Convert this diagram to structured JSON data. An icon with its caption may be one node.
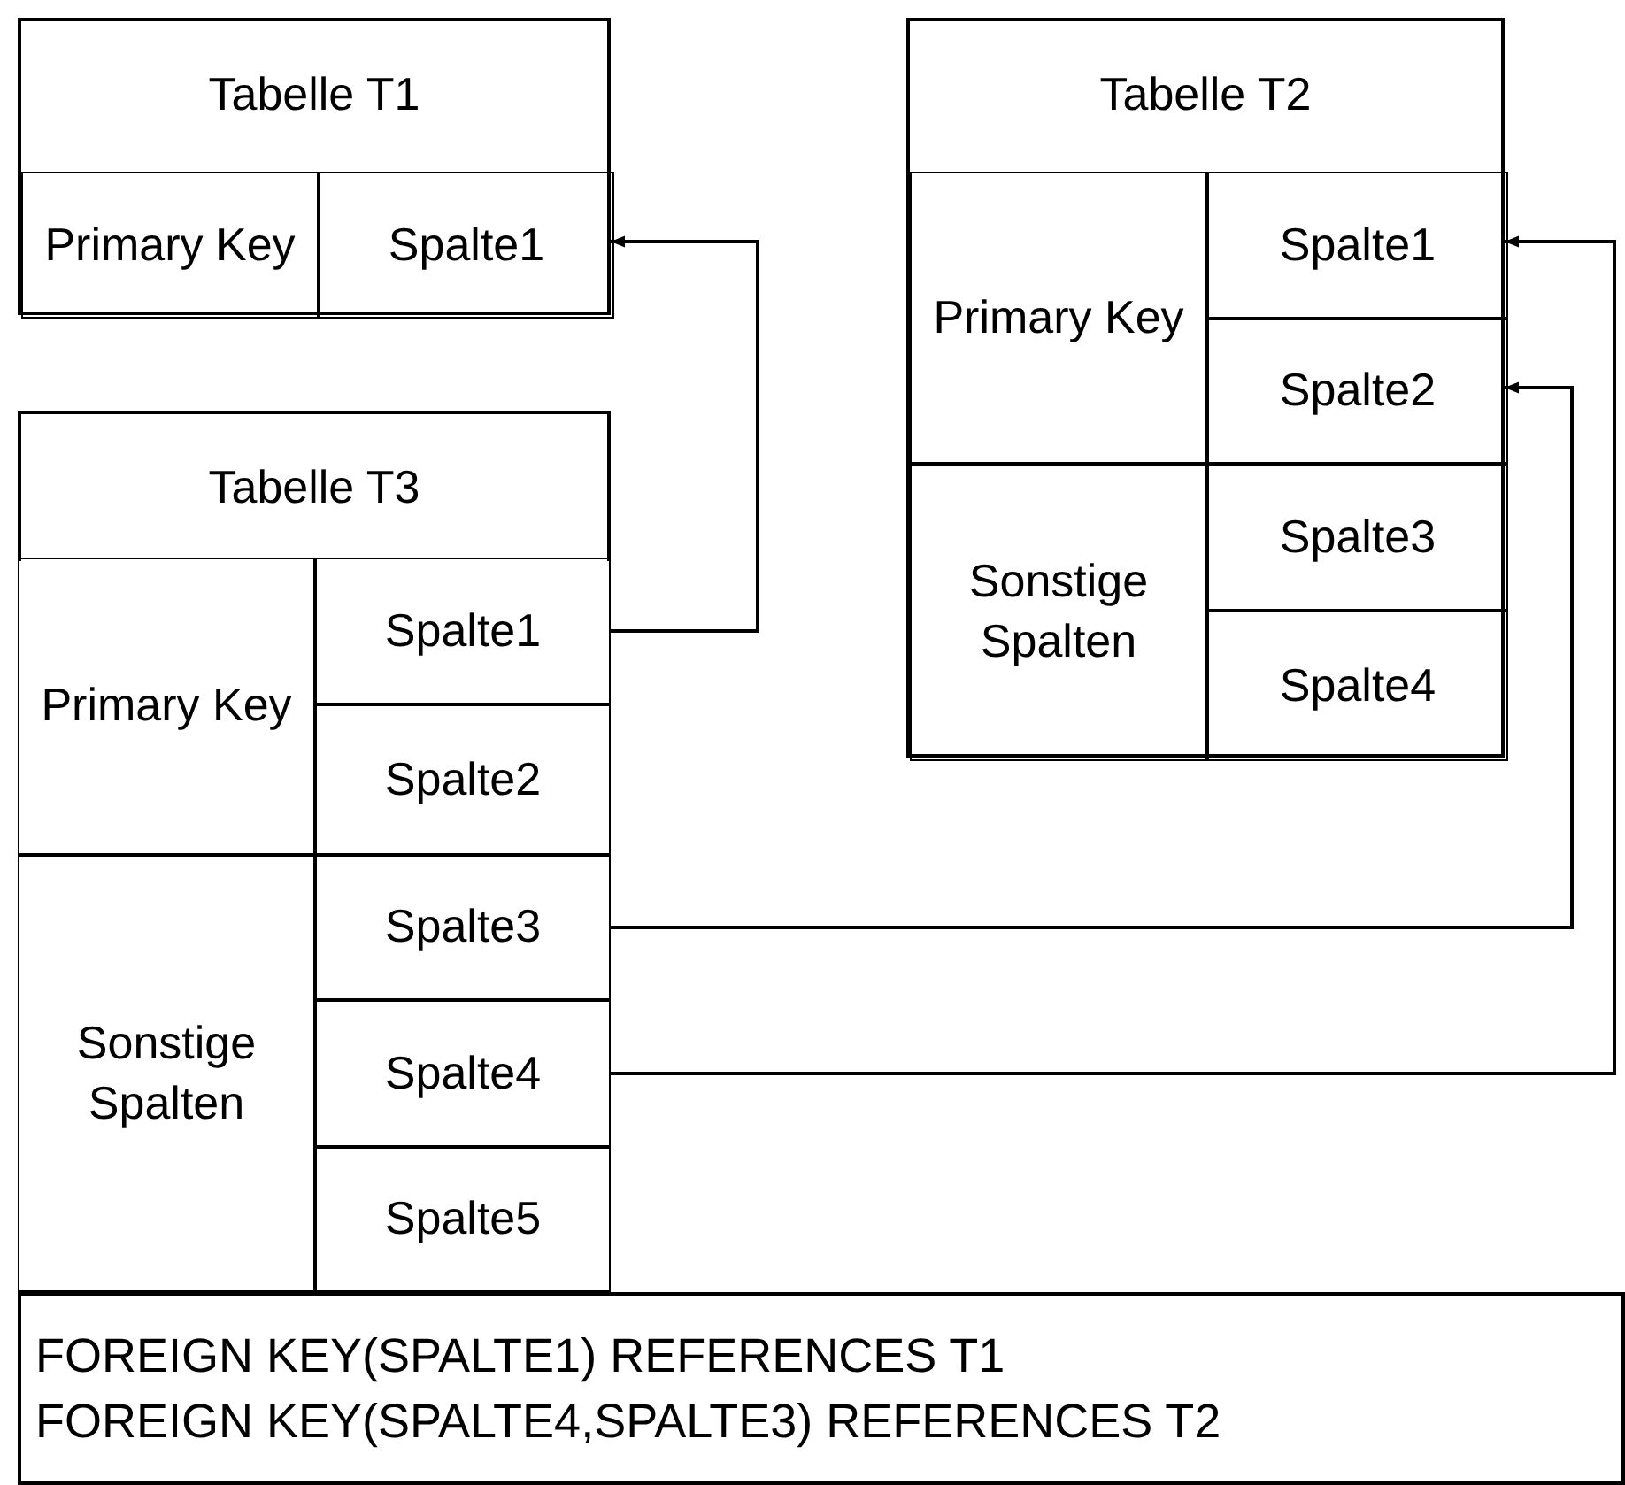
{
  "diagram": {
    "nodes": [
      {
        "text": [
          "Tabelle T1"
        ]
      },
      {
        "text": [
          "Primary Key"
        ],
        "in": 0
      },
      {
        "text": [
          "Spalte1"
        ],
        "in": 0
      },
      {
        "text": [
          "Tabelle T2"
        ]
      },
      {
        "text": [
          "Primary Key"
        ],
        "in": 3
      },
      {
        "text": [
          "Spalte1"
        ],
        "in": 3
      },
      {
        "text": [
          "Spalte2"
        ],
        "in": 3
      },
      {
        "text": [
          "Sonstige Spalten"
        ],
        "in": 3
      },
      {
        "text": [
          "Spalte3"
        ],
        "in": 3
      },
      {
        "text": [
          "Spalte4"
        ],
        "in": 3
      },
      {
        "text": [
          "Tabelle T3"
        ]
      },
      {
        "text": [
          "Primary Key"
        ],
        "in": 10
      },
      {
        "text": [
          "Spalte1"
        ],
        "in": 10
      },
      {
        "text": [
          "Spalte2"
        ],
        "in": 10
      },
      {
        "text": [
          "Sonstige Spalten"
        ],
        "in": 10
      },
      {
        "text": [
          "Spalte3"
        ],
        "in": 10
      },
      {
        "text": [
          "Spalte4"
        ],
        "in": 10
      },
      {
        "text": [
          "Spalte5"
        ],
        "in": 10
      },
      {
        "text": [
          "FOREIGN KEY(SPALTE1) REFERENCES T1",
          "FOREIGN KEY(SPALTE4,SPALTE3) REFERENCES T2"
        ],
        "in": 10
      }
    ],
    "edges": [
      {
        "from": 12,
        "to": 2,
        "arrow": "to"
      },
      {
        "from": 15,
        "to": 6,
        "arrow": "to"
      },
      {
        "from": 16,
        "to": 5,
        "arrow": "to"
      }
    ]
  }
}
